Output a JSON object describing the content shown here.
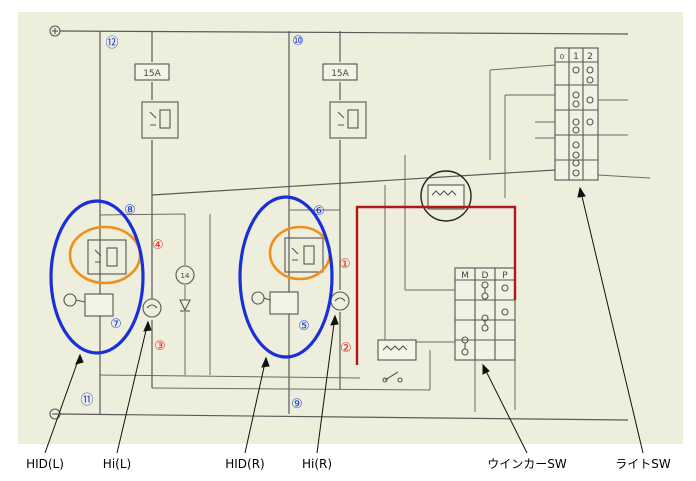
{
  "markers": {
    "c1": "①",
    "c2": "②",
    "c3": "③",
    "c4": "④",
    "c5": "⑤",
    "c6": "⑥",
    "c7": "⑦",
    "c8": "⑧",
    "c9": "⑨",
    "c10": "⑩",
    "c11": "⑪",
    "c12": "⑫"
  },
  "fuses": {
    "left": "15A",
    "right": "15A"
  },
  "bulb_label": "14",
  "switch_headers": {
    "winker": [
      "M",
      "D",
      "P"
    ],
    "light": [
      "0",
      "1",
      "2"
    ]
  },
  "captions": {
    "hid_l": "HID(L)",
    "hi_l": "Hi(L)",
    "hid_r": "HID(R)",
    "hi_r": "Hi(R)",
    "winker_sw": "ウインカーSW",
    "light_sw": "ライトSW"
  },
  "colors": {
    "paper": "#eeeedd",
    "highlight_blue": "#1a2fd8",
    "highlight_orange": "#f0901a",
    "highlight_red": "#b01818",
    "marker_blue": "#1a3fd0",
    "marker_red": "#e03020"
  }
}
